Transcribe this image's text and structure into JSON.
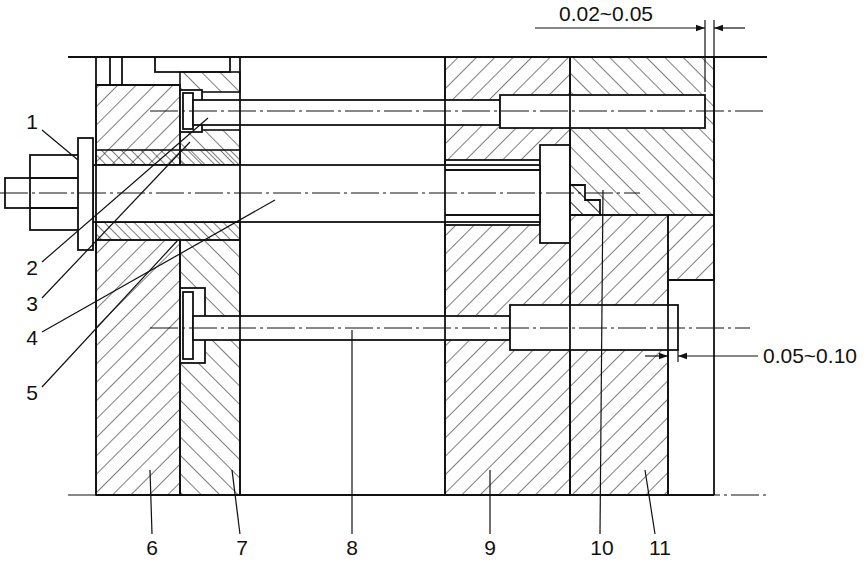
{
  "diagram": {
    "labels": [
      "1",
      "2",
      "3",
      "4",
      "5",
      "6",
      "7",
      "8",
      "9",
      "10",
      "11",
      "0.02~0.05",
      "0.05~0.10"
    ]
  }
}
